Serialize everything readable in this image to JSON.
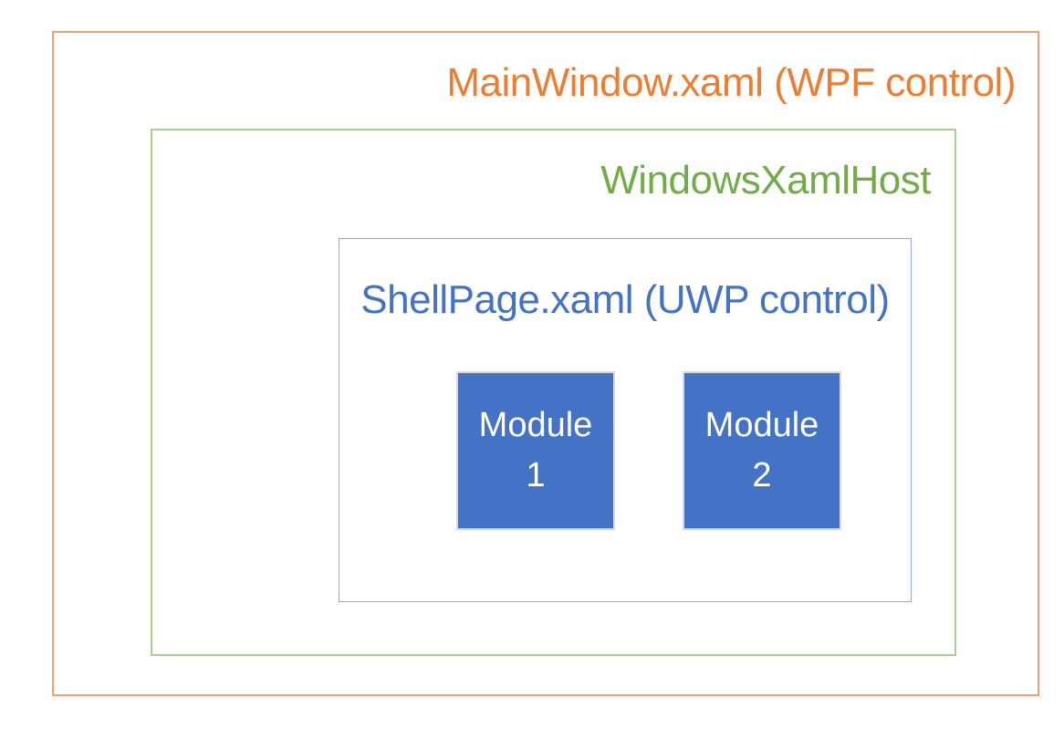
{
  "diagram": {
    "boxes": {
      "main_window": {
        "label": "MainWindow.xaml (WPF control)",
        "text_color": "#ED7D31",
        "border_color": "#F2A16C"
      },
      "xaml_host": {
        "label": "WindowsXamlHost",
        "text_color": "#70AD47",
        "border_color": "#A9D08E"
      },
      "shell_page": {
        "label": "ShellPage.xaml (UWP control)",
        "text_color": "#4472C4",
        "border_color": "#8EAADB"
      },
      "modules": {
        "fill_color": "#4472C4",
        "border_color": "#D9D9D9",
        "text_color": "#FFFFFF",
        "items": [
          {
            "line1": "Module",
            "line2": "1"
          },
          {
            "line1": "Module",
            "line2": "2"
          }
        ]
      }
    }
  }
}
